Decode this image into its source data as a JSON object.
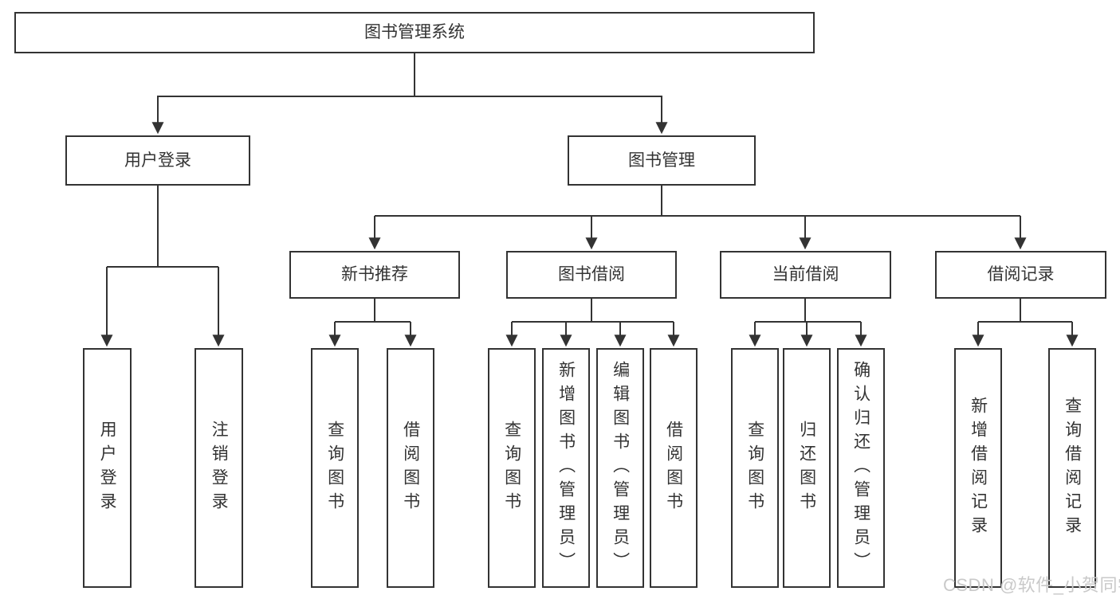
{
  "diagram": {
    "root": {
      "label": "图书管理系统"
    },
    "branches": [
      {
        "label": "用户登录",
        "children": [
          {
            "label": "用户登录"
          },
          {
            "label": "注销登录"
          }
        ]
      },
      {
        "label": "图书管理",
        "children": [
          {
            "label": "新书推荐",
            "children": [
              {
                "label": "查询图书"
              },
              {
                "label": "借阅图书"
              }
            ]
          },
          {
            "label": "图书借阅",
            "children": [
              {
                "label": "查询图书"
              },
              {
                "label": "新增图书（管理员）"
              },
              {
                "label": "编辑图书（管理员）"
              },
              {
                "label": "借阅图书"
              }
            ]
          },
          {
            "label": "当前借阅",
            "children": [
              {
                "label": "查询图书"
              },
              {
                "label": "归还图书"
              },
              {
                "label": "确认归还（管理员）"
              }
            ]
          },
          {
            "label": "借阅记录",
            "children": [
              {
                "label": "新增借阅记录"
              },
              {
                "label": "查询借阅记录"
              }
            ]
          }
        ]
      }
    ]
  },
  "watermark": {
    "text": "CSDN @软件_小贺同学"
  },
  "colors": {
    "line": "#333333",
    "text": "#333333",
    "box_background": "#ffffff",
    "watermark": "#c9c9c9",
    "background": "#ffffff"
  }
}
